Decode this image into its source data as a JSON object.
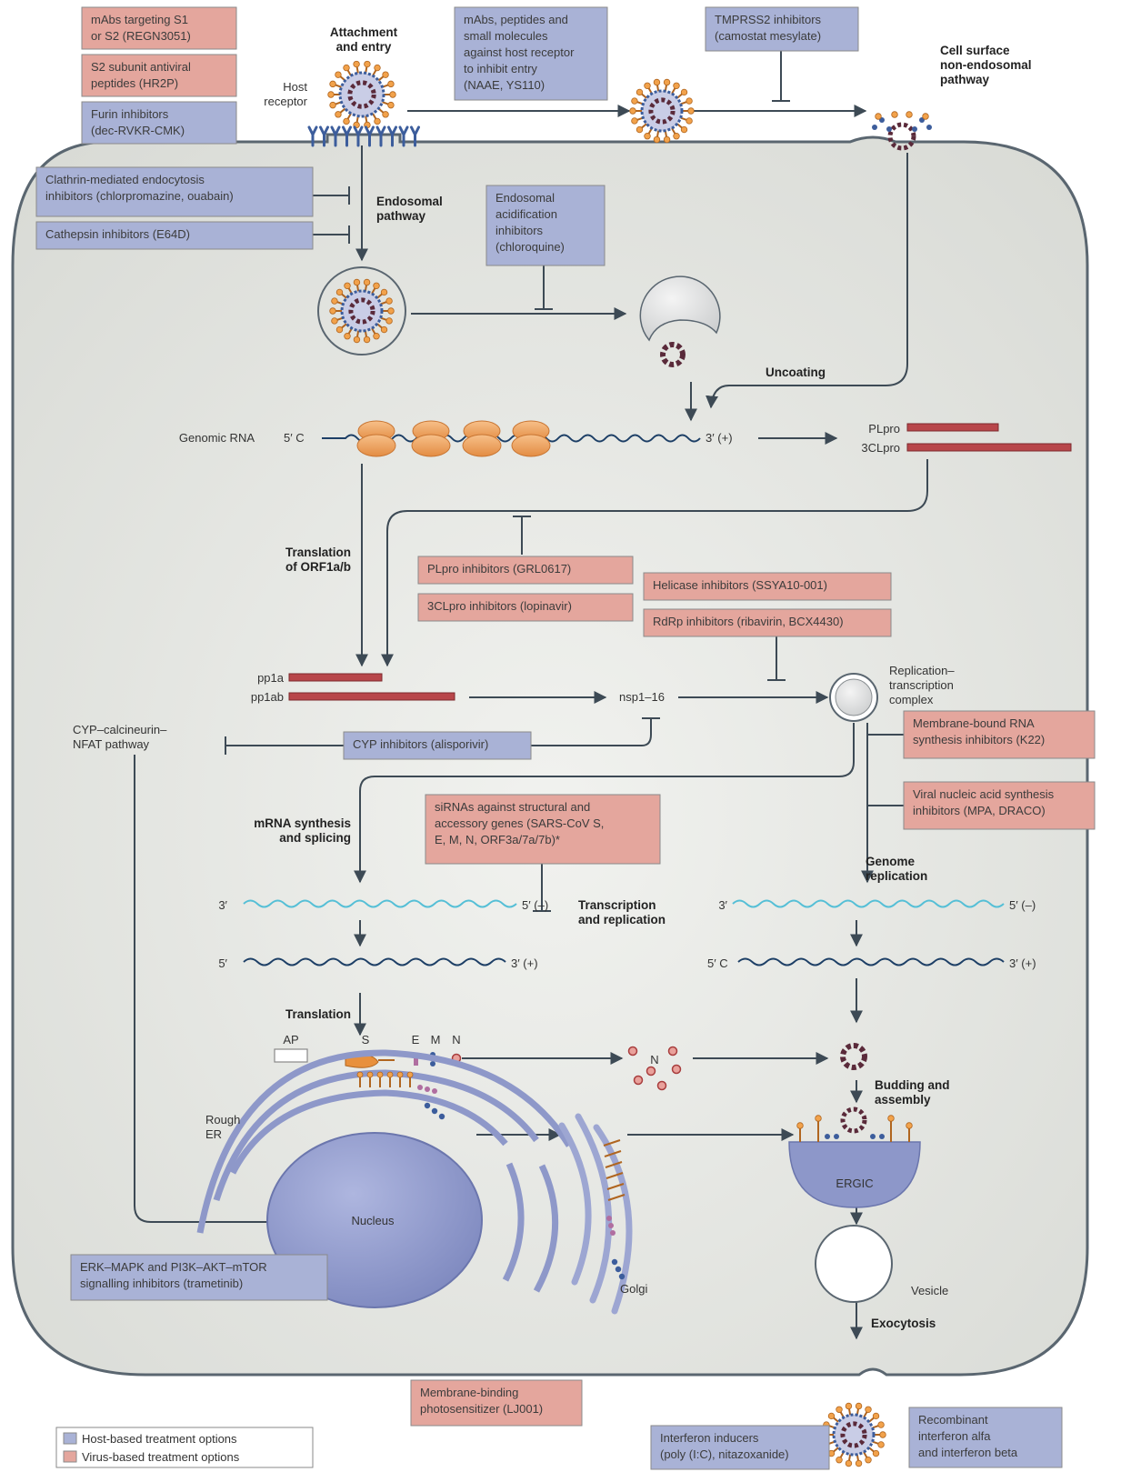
{
  "steps": {
    "attachment": [
      "Attachment",
      "and entry"
    ],
    "host_receptor": [
      "Host",
      "receptor"
    ],
    "cell_surface": [
      "Cell surface",
      "non-endosomal",
      "pathway"
    ],
    "endosomal": [
      "Endosomal",
      "pathway"
    ],
    "uncoating": "Uncoating",
    "genomic_rna": "Genomic RNA",
    "five_c": "5′ C",
    "three_plus": "3′ (+)",
    "plpro": "PLpro",
    "clpro": "3CLpro",
    "translation_orf": [
      "Translation",
      "of ORF1a/b"
    ],
    "pp1a": "pp1a",
    "pp1ab": "pp1ab",
    "nsp": "nsp1–16",
    "rtc": [
      "Replication–",
      "transcription",
      "complex"
    ],
    "cyp_pathway": [
      "CYP–calcineurin–",
      "NFAT pathway"
    ],
    "mrna": [
      "mRNA synthesis",
      "and splicing"
    ],
    "transcription": [
      "Transcription",
      "and replication"
    ],
    "genome_replication": [
      "Genome",
      "replication"
    ],
    "three_prime": "3′",
    "five_minus": "5′ (–)",
    "five_prime": "5′",
    "five_prime_c": "5′ C",
    "translation": "Translation",
    "ap": "AP",
    "s": "S",
    "e": "E",
    "m": "M",
    "n": "N",
    "n2": "N",
    "rough_er": [
      "Rough",
      "ER"
    ],
    "nucleus": "Nucleus",
    "golgi": "Golgi",
    "ergic": "ERGIC",
    "budding": [
      "Budding and",
      "assembly"
    ],
    "vesicle": "Vesicle",
    "exocytosis": "Exocytosis"
  },
  "boxes": {
    "mabs_s1": [
      "mAbs targeting S1",
      "or S2 (REGN3051)"
    ],
    "s2_peptides": [
      "S2 subunit antiviral",
      "peptides (HR2P)"
    ],
    "furin": [
      "Furin inhibitors",
      "(dec-RVKR-CMK)"
    ],
    "mabs_receptor": [
      "mAbs, peptides and",
      "small molecules",
      "against host receptor",
      "to inhibit entry",
      "(NAAE, YS110)"
    ],
    "tmprss2": [
      "TMPRSS2 inhibitors",
      "(camostat mesylate)"
    ],
    "clathrin": [
      "Clathrin-mediated endocytosis",
      "inhibitors (chlorpromazine, ouabain)"
    ],
    "cathepsin": [
      "Cathepsin inhibitors (E64D)"
    ],
    "acidification": [
      "Endosomal",
      "acidification",
      "inhibitors",
      "(chloroquine)"
    ],
    "plpro_inh": [
      "PLpro inhibitors (GRL0617)"
    ],
    "clpro_inh": [
      "3CLpro inhibitors (lopinavir)"
    ],
    "helicase": [
      "Helicase inhibitors (SSYA10-001)"
    ],
    "rdrp": [
      "RdRp inhibitors (ribavirin, BCX4430)"
    ],
    "cyp_inh": [
      "CYP inhibitors (alisporivir)"
    ],
    "membrane_rna": [
      "Membrane-bound RNA",
      "synthesis inhibitors (K22)"
    ],
    "viral_nucleic": [
      "Viral nucleic acid synthesis",
      "inhibitors (MPA, DRACO)"
    ],
    "sirna": [
      "siRNAs against structural and",
      "accessory genes (SARS-CoV S,",
      "E, M, N, ORF3a/7a/7b)*"
    ],
    "erk": [
      "ERK–MAPK and PI3K–AKT–mTOR",
      "signalling inhibitors (trametinib)"
    ],
    "photosensitizer": [
      "Membrane-binding",
      "photosensitizer (LJ001)"
    ],
    "ifn_inducers": [
      "Interferon inducers",
      "(poly (I:C), nitazoxanide)"
    ],
    "recombinant_ifn": [
      "Recombinant",
      "interferon alfa",
      "and interferon beta"
    ]
  },
  "legend": {
    "host": "Host-based treatment options",
    "virus": "Virus-based treatment options"
  },
  "colors": {
    "host": "#a9b2d6",
    "virus": "#e4a69d",
    "cell": "#e3e5e1",
    "membrane": "#5a6670",
    "rna_dark": "#1d3f66",
    "rna_light": "#55bfd6",
    "protease_bar": "#b8464a",
    "ribosome": "#f0a35c",
    "nucleus": "#8d97c9",
    "er": "#b7bfe0"
  }
}
